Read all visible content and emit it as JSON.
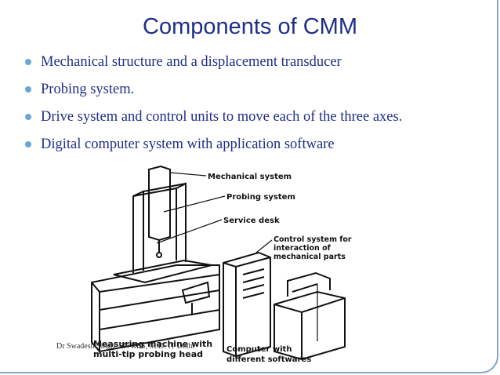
{
  "slide": {
    "title": "Components of CMM",
    "bullets": [
      "Mechanical structure and a displacement transducer",
      "Probing system.",
      "Drive system and control units to move each of the three axes.",
      "Digital computer system with application software"
    ],
    "footer": "Dr Swadesh Singh, EN RES, M.D. IT Delhi"
  },
  "diagram": {
    "labels": {
      "mechanical_system": "Mechanical system",
      "probing_system": "Probing system",
      "service_desk": "Service desk",
      "control_line1": "Control system for",
      "control_line2": "interaction of",
      "control_line3": "mechanical parts",
      "machine_line1": "Measuring machine with",
      "machine_line2": "multi-tip probing head",
      "computer_line1": "Computer with",
      "computer_line2": "different softwares"
    }
  },
  "colors": {
    "title": "#1f2f86",
    "bullet": "#6aa6d8",
    "border": "#8aa6c8"
  }
}
